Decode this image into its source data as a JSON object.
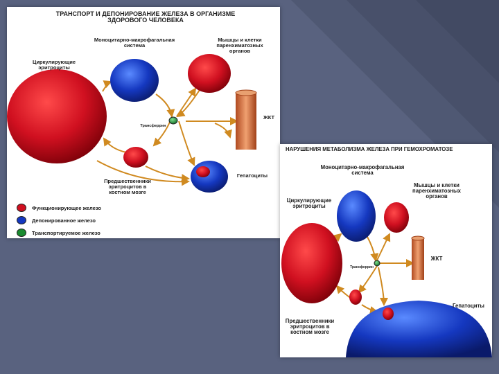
{
  "colors": {
    "slide_background": "#59627f",
    "functioning_iron": "#d01020",
    "deposited_iron": "#1538c0",
    "transported_iron": "#1a8a30",
    "arrow": "#d08a20",
    "gi_tract": "#d4703a"
  },
  "healthy_diagram": {
    "title": "ТРАНСПОРТ И ДЕПОНИРОВАНИЕ ЖЕЛЕЗА В ОРГАНИЗМЕ\nЗДОРОВОГО ЧЕЛОВЕКА",
    "circulating_erythrocytes": "Циркулирующие\nэритроциты",
    "monocyte_system": "Моноцитарно-макрофагальная\nсистема",
    "muscles_cells": "Мышцы и клетки\nпаренхиматозных\nорганов",
    "transferrin": "Трансферрин",
    "gi_tract": "ЖКТ",
    "precursors": "Предшественники\nэритроцитов в\nкостном мозге",
    "hepatocytes": "Гепатоциты",
    "legend": [
      {
        "icon": "red-circle",
        "text": "Функционирующее железо"
      },
      {
        "icon": "blue-circle",
        "text": "Депонированное железо"
      },
      {
        "icon": "green-circle",
        "text": "Транспортируемое железо"
      }
    ]
  },
  "hemochromatosis_diagram": {
    "title": "НАРУШЕНИЯ МЕТАБОЛИЗМА ЖЕЛЕЗА ПРИ ГЕМОХРОМАТОЗЕ",
    "monocyte_system": "Моноцитарно-макрофагальная\nсистема",
    "muscles_cells": "Мышцы и клетки\nпаренхиматозных\nорганов",
    "circulating_erythrocytes": "Циркулирующие\nэритроциты",
    "transferrin": "Трансферрин",
    "gi_tract": "ЖКТ",
    "precursors": "Предшественники\nэритроцитов в\nкостном мозге",
    "hepatocytes": "Гепатоциты"
  }
}
